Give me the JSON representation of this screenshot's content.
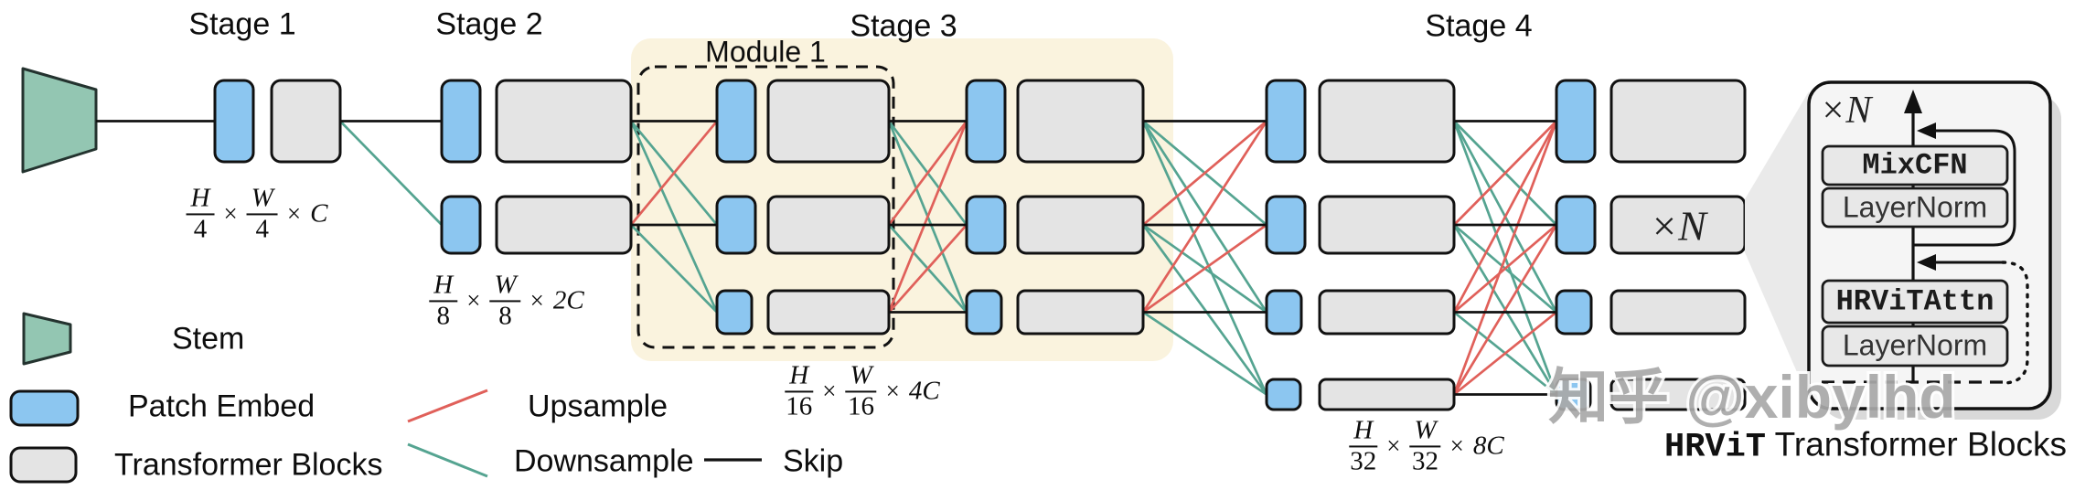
{
  "figure": {
    "stages": [
      "Stage 1",
      "Stage 2",
      "Stage 3",
      "Stage 4"
    ],
    "module_label": "Module 1",
    "repeat_label": "×N",
    "dims": [
      {
        "h": "H",
        "den1": "4",
        "times1": "×",
        "w": "W",
        "den2": "4",
        "times2": "×",
        "channels": "C"
      },
      {
        "h": "H",
        "den1": "8",
        "times1": "×",
        "w": "W",
        "den2": "8",
        "times2": "×",
        "channels": "2C"
      },
      {
        "h": "H",
        "den1": "16",
        "times1": "×",
        "w": "W",
        "den2": "16",
        "times2": "×",
        "channels": "4C"
      },
      {
        "h": "H",
        "den1": "32",
        "times1": "×",
        "w": "W",
        "den2": "32",
        "times2": "×",
        "channels": "8C"
      }
    ]
  },
  "legend": {
    "stem": "Stem",
    "patch_embed": "Patch Embed",
    "transformer_blocks": "Transformer Blocks",
    "upsample": "Upsample",
    "downsample": "Downsample",
    "skip": "Skip"
  },
  "detail_block": {
    "repeat_label": "×N",
    "mixcfn": "MixCFN",
    "layernorm_upper": "LayerNorm",
    "attention": "HRViTAttn",
    "layernorm_lower": "LayerNorm",
    "caption_model": "HRViT",
    "caption_rest": "Transformer Blocks"
  },
  "watermark": "知乎 @xibylhd",
  "colors": {
    "patch_embed_fill": "#8CC6F0",
    "block_fill": "#E4E4E4",
    "block_border": "#111111",
    "stem_fill": "#93C6B2",
    "stem_border": "#24332F",
    "stage3_panel": "#FAF3DE",
    "upsample": "#E0605A",
    "downsample": "#55A491",
    "skip": "#111111",
    "detail_fill": "#F5F5F5",
    "detail_inner_fill": "#E8E8E8",
    "wedge": "#EAEAEA",
    "shadow": "#D9D9D9",
    "watermark_fill": "#A9A9A9"
  }
}
